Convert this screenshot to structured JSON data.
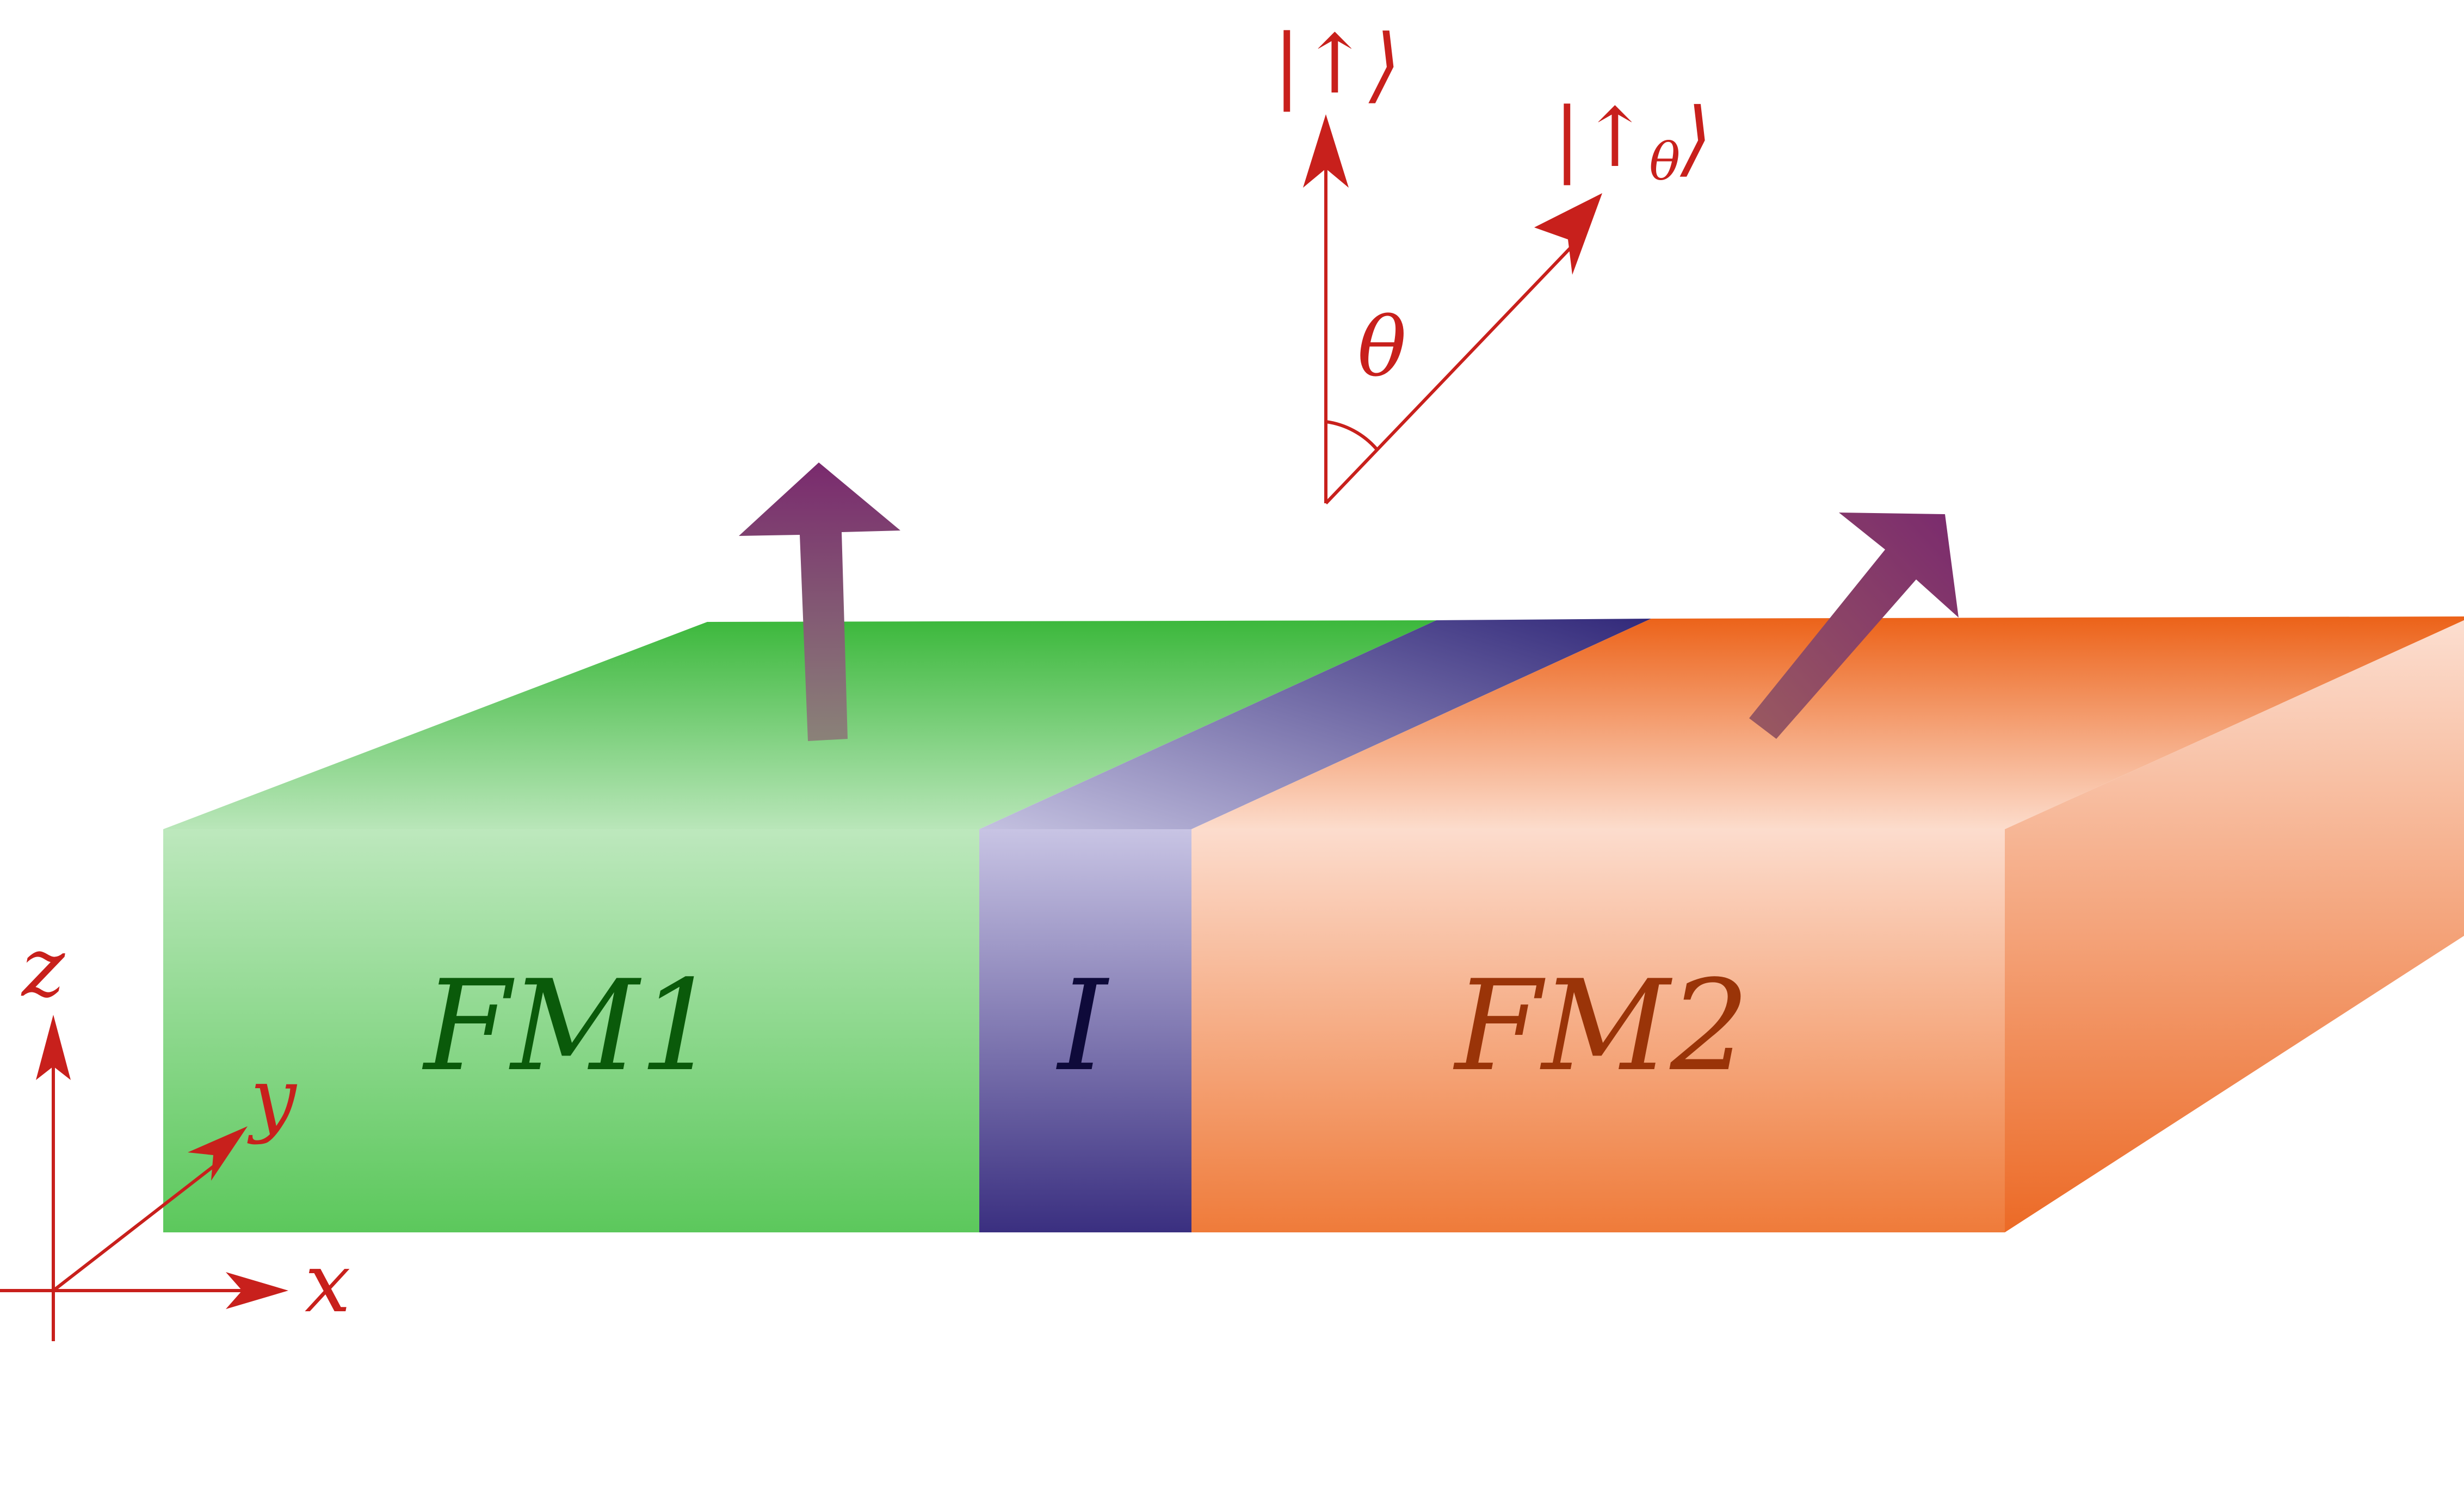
{
  "diagram": {
    "layers": [
      {
        "id": "fm1",
        "label": "FM1",
        "color": "#3cb83c",
        "label_color": "#0a5a0a"
      },
      {
        "id": "insulator",
        "label": "I",
        "color": "#3a2f80",
        "label_color": "#0e0a3a"
      },
      {
        "id": "fm2",
        "label": "FM2",
        "color": "#ec6218",
        "label_color": "#9a3408"
      }
    ],
    "magnetization_color": "#7a2a6e",
    "axes": {
      "color": "#c8201c",
      "x_label": "x",
      "y_label": "y",
      "z_label": "z"
    },
    "spin_states": {
      "up_label": "|↑⟩",
      "theta_state_arrow": "|↑",
      "theta_state_subscript": "θ",
      "theta_state_close": "⟩",
      "angle_label": "θ"
    }
  }
}
